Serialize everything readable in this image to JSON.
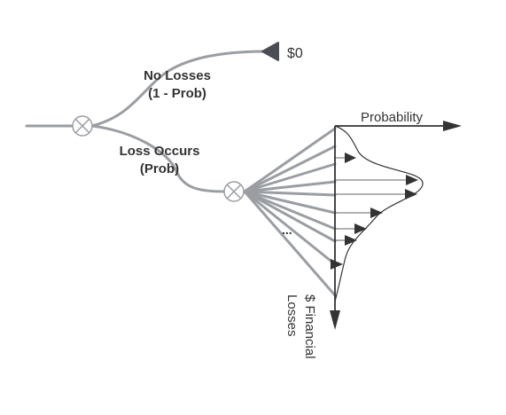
{
  "labels": {
    "terminal_value": "$0",
    "no_losses_line1": "No Losses",
    "no_losses_line2": "(1 - Prob)",
    "loss_occurs_line1": "Loss Occurs",
    "loss_occurs_line2": "(Prob)",
    "ellipsis": "...",
    "probability_axis": "Probability",
    "financial_losses_line1": "$ Financial",
    "financial_losses_line2": "Losses"
  },
  "colors": {
    "branch": "#9a9ea3",
    "axis": "#333333",
    "terminal": "#4a4e54"
  }
}
